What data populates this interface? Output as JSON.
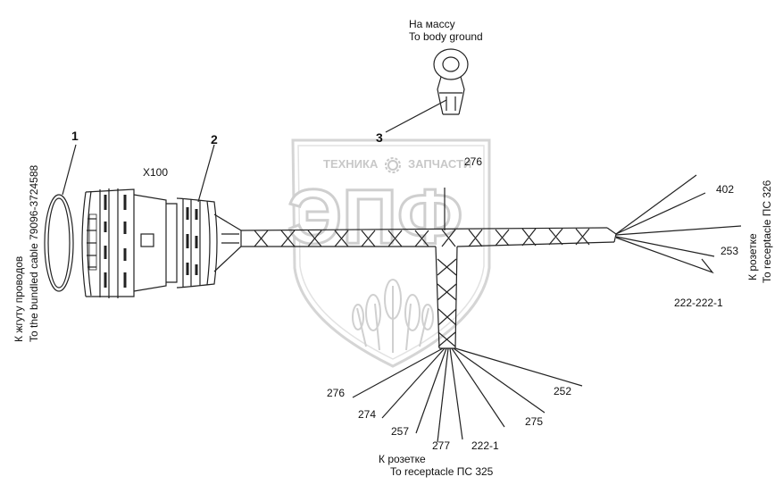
{
  "watermark": {
    "left_word": "ТЕХНИКА",
    "right_word": "ЗАПЧАСТИ",
    "big_letters": "ЭПФ",
    "gear_icon": "gear-icon",
    "color": "#cfcfcf"
  },
  "labels": {
    "ground_ru": "На массу",
    "ground_en": "To body ground",
    "connector": "X100",
    "cable_ru": "К жгуту проводов",
    "cable_en": "To the bundled cable 79096-3724588",
    "rec326_ru": "К розетке",
    "rec326_en": "To receptacle ПС 326",
    "rec325_ru": "К розетке",
    "rec325_en": "To receptacle ПС 325"
  },
  "callouts": [
    "1",
    "2",
    "3"
  ],
  "wires": {
    "w276_top": "276",
    "w402": "402",
    "w253": "253",
    "w222_222_1": "222-222-1",
    "w276": "276",
    "w274": "274",
    "w257": "257",
    "w277": "277",
    "w222_1": "222-1",
    "w275": "275",
    "w252": "252"
  }
}
